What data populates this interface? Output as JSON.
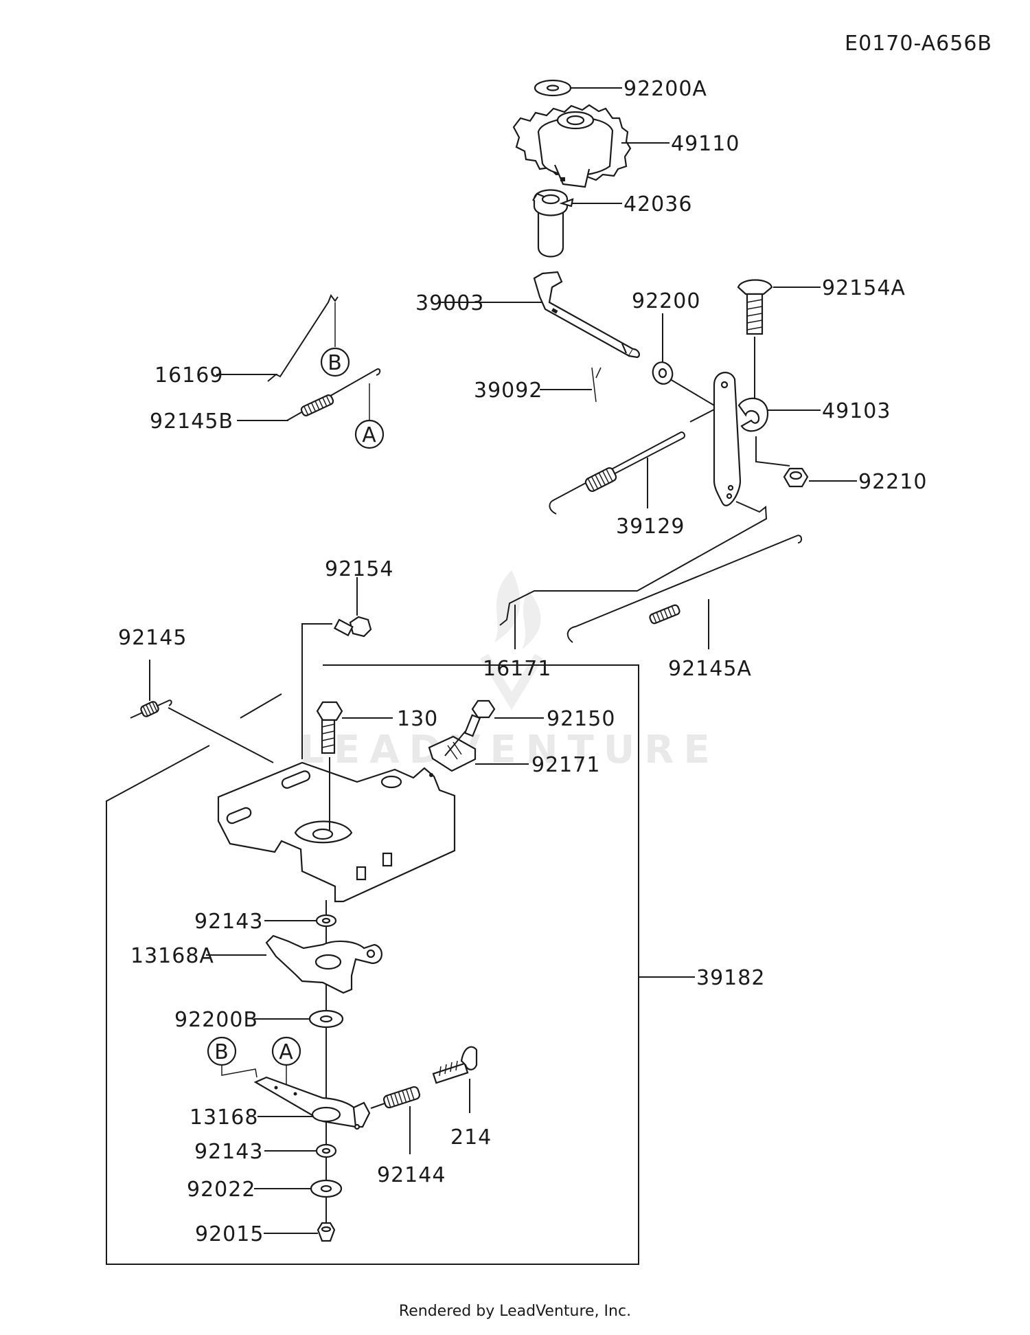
{
  "diagram_code": "E0170-A656B",
  "watermark": "LEADVENTURE",
  "footer": "Rendered by LeadVenture, Inc.",
  "parts": {
    "p92200A": "92200A",
    "p49110": "49110",
    "p42036": "42036",
    "p39003": "39003",
    "p92200": "92200",
    "p92154A": "92154A",
    "p16169": "16169",
    "p92145B": "92145B",
    "p39092": "39092",
    "p49103": "49103",
    "p92210": "92210",
    "p39129": "39129",
    "p92154": "92154",
    "p16171": "16171",
    "p92145A": "92145A",
    "p92145": "92145",
    "p130": "130",
    "p92150": "92150",
    "p92171": "92171",
    "p92143a": "92143",
    "p13168A": "13168A",
    "p39182": "39182",
    "p92200B": "92200B",
    "p13168": "13168",
    "p214": "214",
    "p92143b": "92143",
    "p92144": "92144",
    "p92022": "92022",
    "p92015": "92015"
  },
  "markers": {
    "A1": "A",
    "B1": "B",
    "A2": "A",
    "B2": "B"
  }
}
